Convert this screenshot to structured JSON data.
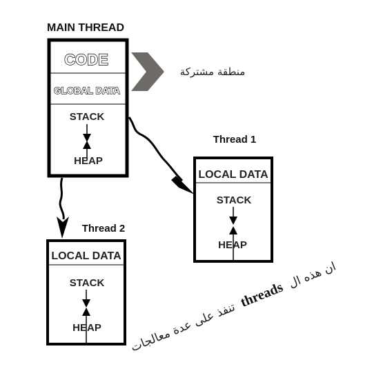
{
  "main_thread": {
    "title": "MAIN THREAD",
    "sections": {
      "code": "CODE",
      "global_data": "GLOBAL DATA",
      "stack": "STACK",
      "heap": "HEAP"
    }
  },
  "shared_region_label": "منطقة مشتركة",
  "thread1": {
    "title": "Thread 1",
    "local_data": "LOCAL DATA",
    "stack": "STACK",
    "heap": "HEAP"
  },
  "thread2": {
    "title": "Thread 2",
    "local_data": "LOCAL DATA",
    "stack": "STACK",
    "heap": "HEAP"
  },
  "note": {
    "prefix": "ان هذه ال",
    "keyword": "threads",
    "suffix": "تنفذ على عدة معالجات"
  },
  "colors": {
    "stroke": "#000000",
    "arrow_shape": "#6e6a66"
  }
}
